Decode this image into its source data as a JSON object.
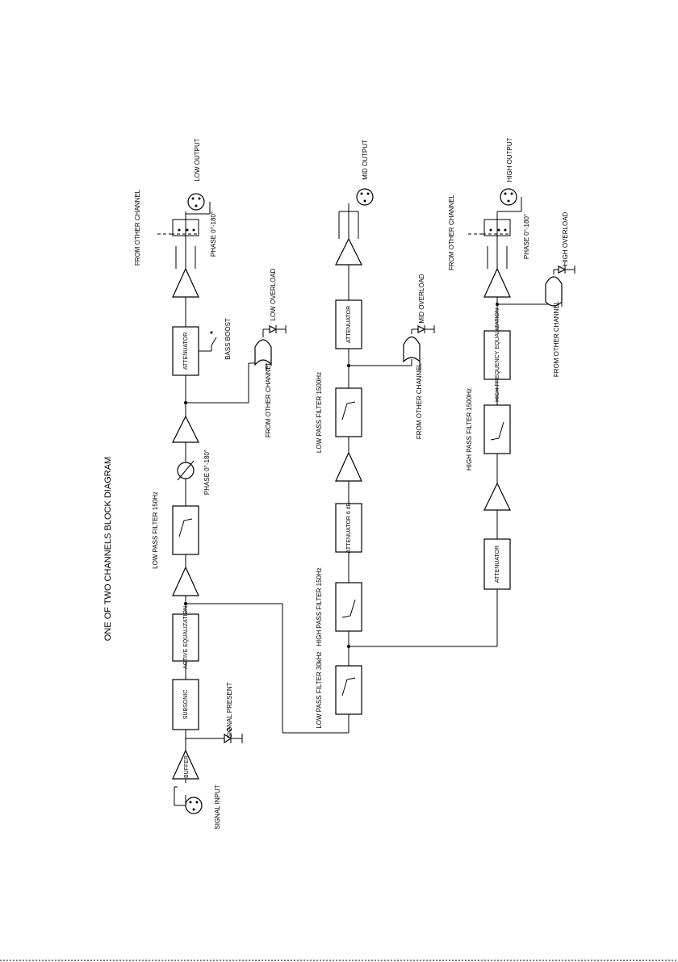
{
  "title": "ONE OF TWO CHANNELS BLOCK DIAGRAM",
  "labels": {
    "signal_input": "SIGNAL INPUT",
    "buffer": "BUFFER",
    "signal_present": "SIGNAL PRESENT",
    "subsonic": "SUBSONIC",
    "active_eq": "ACTIVE EQUALIZATION",
    "lpf_low": "LOW PASS FILTER 150Hz",
    "phase_low": "PHASE 0°-180°",
    "attenuator": "ATTENUATOR",
    "attenuator_6db": "ATTENUATOR 6 dB",
    "bass_boost": "BASS BOOST",
    "low_overload": "LOW OVERLOAD",
    "mid_overload": "MID OVERLOAD",
    "high_overload": "HIGH OVERLOAD",
    "from_other_channel": "FROM OTHER CHANNEL",
    "phase_switch": "PHASE 0°-180°",
    "low_output": "LOW OUTPUT",
    "mid_output": "MID OUTPUT",
    "high_output": "HIGH OUTPUT",
    "lpf_mid_in": "LOW PASS FILTER 30kHz",
    "hpf_mid": "HIGH PASS FILTER 150Hz",
    "lpf_mid": "LOW PASS FILTER 1500Hz",
    "hpf_high": "HIGH PASS FILTER 1500Hz",
    "high_eq": "HIGH FREQUENCY EQUALIZATION"
  }
}
